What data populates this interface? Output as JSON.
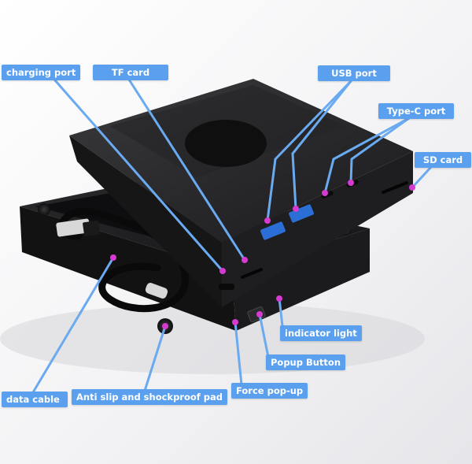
{
  "colors": {
    "label_bg": "#5aa0ee",
    "leader_line": "#6aaaf0",
    "marker_dot": "#d63ad0",
    "device_body": "#1d1d1f"
  },
  "labels": {
    "charging_port": "charging port",
    "tf_card": "TF card",
    "usb_port": "USB port",
    "type_c_port": "Type-C port",
    "sd_card": "SD card",
    "indicator_light": "indicator light",
    "popup_button": "Popup Button",
    "force_popup": "Force pop-up",
    "data_cable": "data cable",
    "anti_slip_pad": "Anti slip and shockproof pad"
  }
}
